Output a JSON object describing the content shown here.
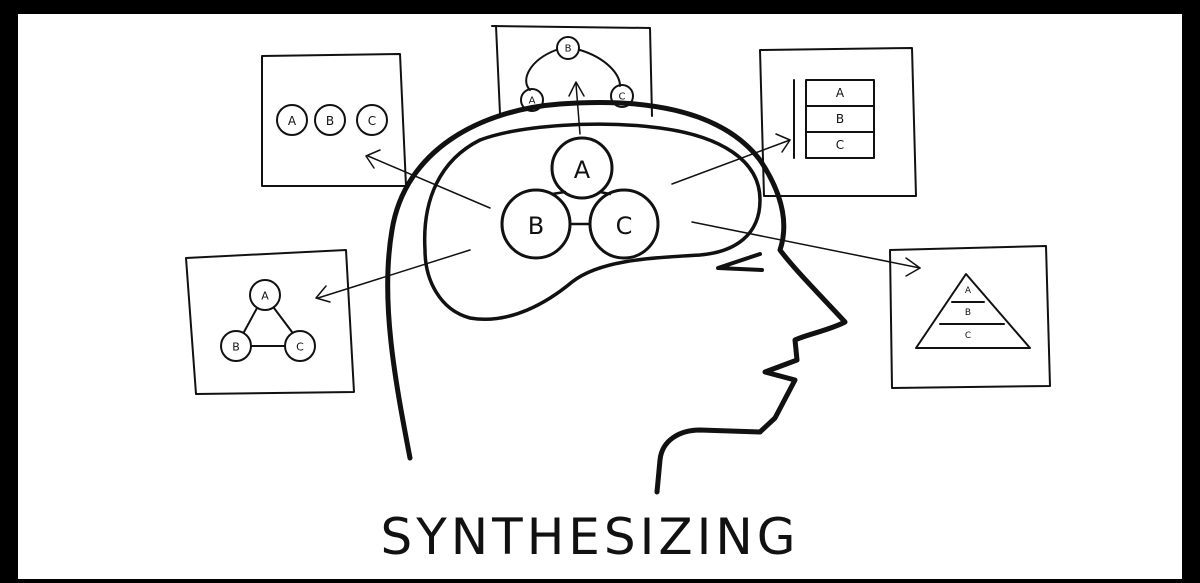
{
  "title": "SYNTHESIZING",
  "brain": {
    "nodes": [
      "A",
      "B",
      "C"
    ]
  },
  "cards": {
    "row": {
      "items": [
        "A",
        "B",
        "C"
      ]
    },
    "arc": {
      "top": "B",
      "left": "A",
      "right": "C"
    },
    "stack": {
      "items": [
        "A",
        "B",
        "C"
      ]
    },
    "triangle": {
      "top": "A",
      "left": "B",
      "right": "C"
    },
    "pyramid": {
      "items": [
        "A",
        "B",
        "C"
      ]
    }
  },
  "colors": {
    "frame": "#000000",
    "canvas": "#ffffff",
    "ink": "#111111"
  }
}
